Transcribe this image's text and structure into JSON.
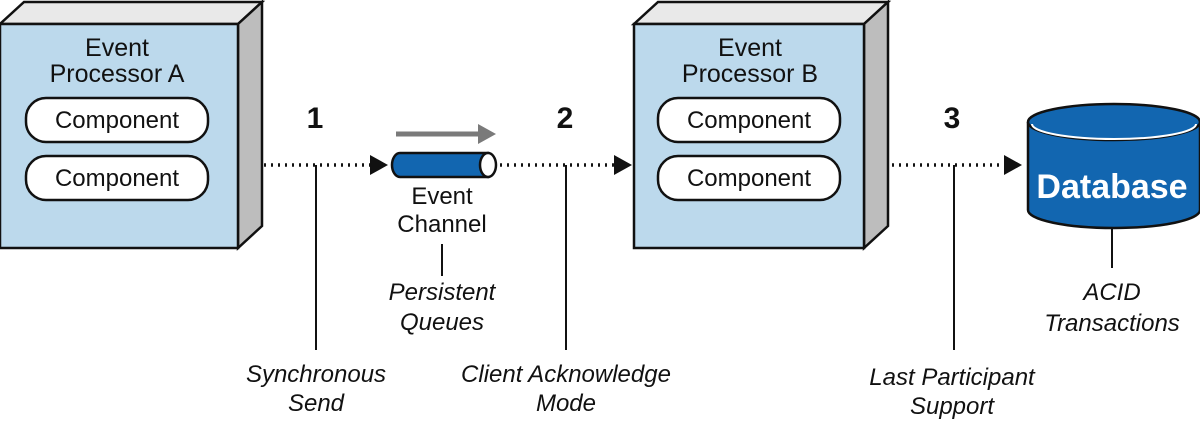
{
  "processor_a": {
    "title_line1": "Event",
    "title_line2": "Processor A",
    "components": [
      "Component",
      "Component"
    ]
  },
  "processor_b": {
    "title_line1": "Event",
    "title_line2": "Processor B",
    "components": [
      "Component",
      "Component"
    ]
  },
  "event_channel": {
    "label_line1": "Event",
    "label_line2": "Channel"
  },
  "database": {
    "label": "Database"
  },
  "steps": [
    "1",
    "2",
    "3"
  ],
  "annotations": {
    "synchronous_send": [
      "Synchronous",
      "Send"
    ],
    "persistent_queues": [
      "Persistent",
      "Queues"
    ],
    "client_acknowledge_mode": [
      "Client Acknowledge",
      "Mode"
    ],
    "last_participant_support": [
      "Last Participant",
      "Support"
    ],
    "acid_transactions": [
      "ACID",
      "Transactions"
    ]
  },
  "colors": {
    "box_fill": "#bcd9ec",
    "box_top": "#e9e9e9",
    "box_side": "#bdbdbd",
    "accent_blue": "#1266b0",
    "outline": "#111111"
  }
}
